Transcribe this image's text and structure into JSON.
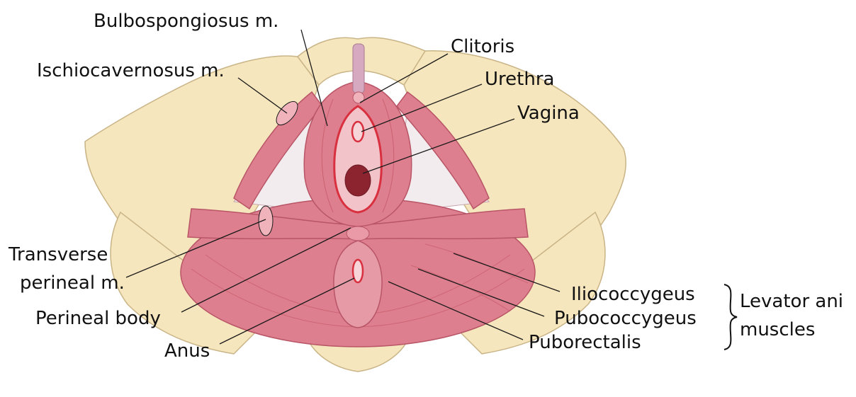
{
  "labels": {
    "bulbospongiosus": "Bulbospongiosus m.",
    "ischiocavernosus": "Ischiocavernosus m.",
    "clitoris": "Clitoris",
    "urethra": "Urethra",
    "vagina": "Vagina",
    "transverse_line1": "Transverse",
    "transverse_line2": "perineal m.",
    "perineal_body": "Perineal body",
    "anus": "Anus",
    "iliococcygeus": "Iliococcygeus",
    "pubococcygeus": "Pubococcygeus",
    "puborectalis": "Puborectalis",
    "group_line1": "Levator ani",
    "group_line2": "muscles"
  },
  "colors": {
    "bone": "#f6e6bd",
    "bone_edge": "#c9b487",
    "muscle": "#de7f8f",
    "muscle_dark": "#b85566",
    "muscle_light": "#f0b3bc",
    "membrane": "#f3ecee",
    "orifice_ring": "#d8303f",
    "lumen": "#8c2430"
  }
}
